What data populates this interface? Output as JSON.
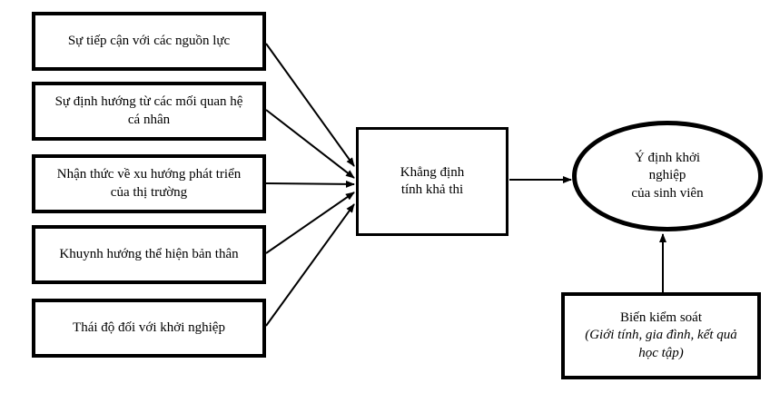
{
  "diagram": {
    "background_color": "#ffffff",
    "line_color": "#000000",
    "factors": [
      {
        "label": "Sự tiếp cận với các nguồn lực"
      },
      {
        "label": "Sự định hướng từ các mối quan hệ\ncá nhân"
      },
      {
        "label": "Nhận thức về xu hướng phát triển\ncủa thị trường"
      },
      {
        "label": "Khuynh hướng thể hiện bản thân"
      },
      {
        "label": "Thái độ đối với khởi nghiệp"
      }
    ],
    "mediator": {
      "label": "Khẳng định\ntính khả thi"
    },
    "outcome": {
      "label": "Ý định khởi\nnghiệp\ncủa sinh viên"
    },
    "control": {
      "title": "Biến kiểm soát",
      "detail": "(Giới tính, gia đình, kết quả\nhọc tập)"
    }
  }
}
